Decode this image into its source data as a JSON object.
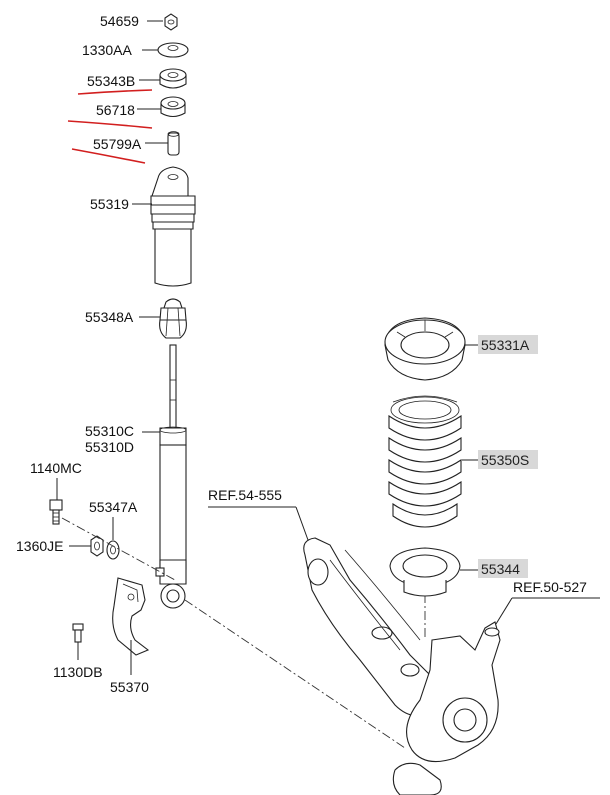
{
  "parts": {
    "p54659": "54659",
    "p1330AA": "1330AA",
    "p55343B": "55343B",
    "p56718": "56718",
    "p55799A": "55799A",
    "p55319": "55319",
    "p55348A": "55348A",
    "p55310C": "55310C",
    "p55310D": "55310D",
    "p1140MC": "1140MC",
    "p55347A": "55347A",
    "p1360JE": "1360JE",
    "p1130DB": "1130DB",
    "p55370": "55370",
    "p55331A": "55331A",
    "p55350S": "55350S",
    "p55344": "55344"
  },
  "refs": {
    "ref1": "REF.54-555",
    "ref2": "REF.50-527"
  },
  "highlighted_parts": [
    "55331A",
    "55350S",
    "55344"
  ],
  "colors": {
    "highlight_bg": "#d8d8d8",
    "annotation_red": "#d21f1f",
    "line": "#222222"
  }
}
